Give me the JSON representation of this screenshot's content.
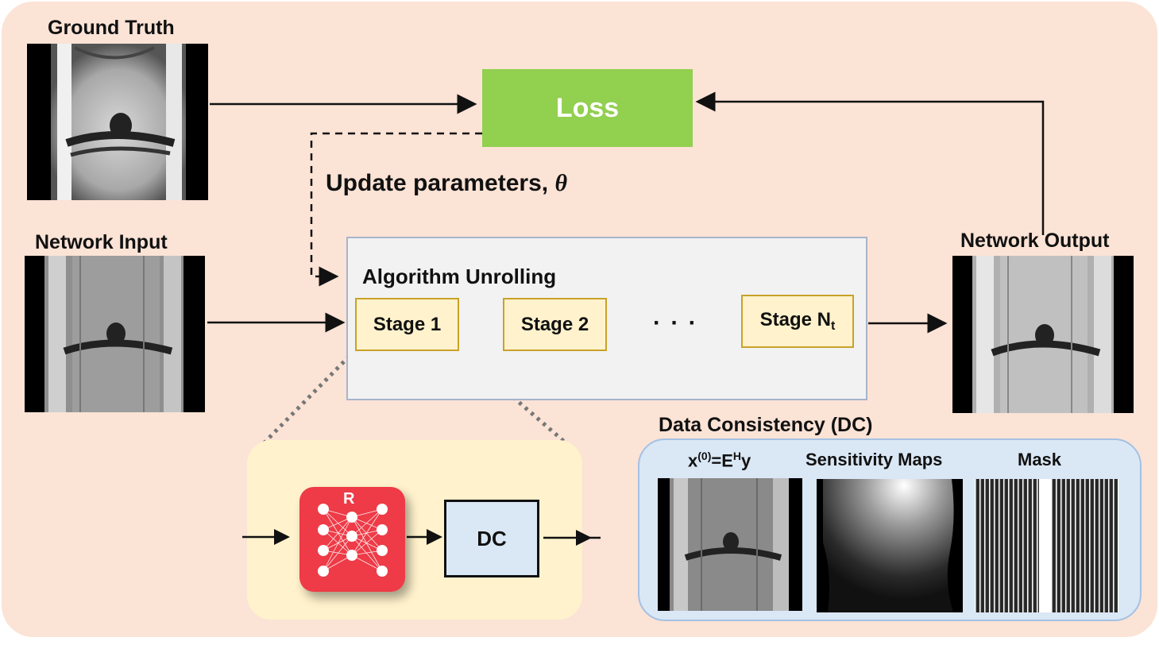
{
  "labels": {
    "ground_truth": "Ground Truth",
    "network_input": "Network Input",
    "network_output": "Network Output",
    "loss": "Loss",
    "update_params": "Update parameters, ",
    "theta": "θ",
    "algorithm_unrolling": "Algorithm Unrolling",
    "data_consistency": "Data Consistency (DC)",
    "sensitivity_maps": "Sensitivity Maps",
    "mask": "Mask",
    "dc": "DC",
    "r": "R"
  },
  "x0_label": {
    "x": "x",
    "sup0": "(0)",
    "eq": "=E",
    "supH": "H",
    "y": "y"
  },
  "stages": {
    "stage1": "Stage 1",
    "stage2": "Stage 2",
    "stageN": "Stage N",
    "stageN_sub": "t",
    "dots": "· · ·"
  },
  "colors": {
    "background": "#fbe3d6",
    "loss": "#92d050",
    "stage_fill": "#fff2cc",
    "stage_border": "#c9a227",
    "network_r": "#ee3b47",
    "dc_panel": "#dae7f5"
  },
  "icons": {
    "network": "neural-network-icon"
  }
}
